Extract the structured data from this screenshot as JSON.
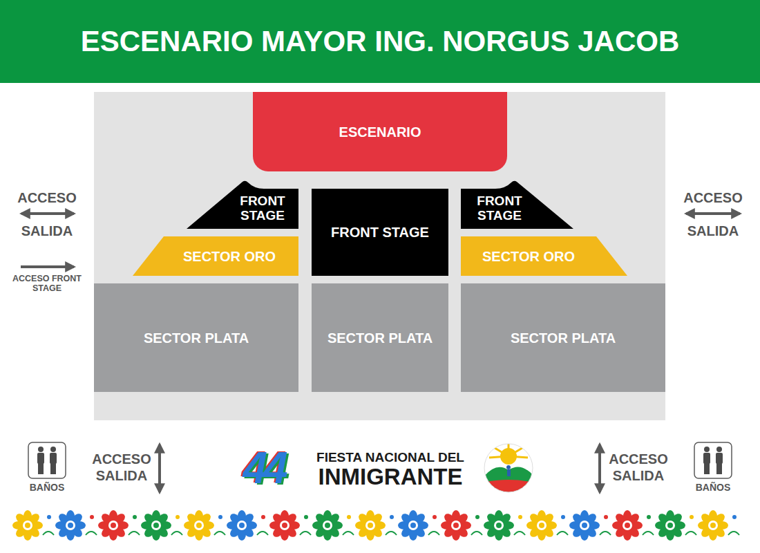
{
  "diagram": {
    "title": "ESCENARIO MAYOR ING. NORGUS JACOB",
    "nodes": [
      {
        "text": [
          "ESCENARIO"
        ]
      },
      {
        "text": [
          "FRONT STAGE"
        ]
      },
      {
        "text": [
          "FRONT STAGE"
        ]
      },
      {
        "text": [
          "FRONT STAGE"
        ]
      },
      {
        "text": [
          "SECTOR ORO"
        ]
      },
      {
        "text": [
          "SECTOR ORO"
        ]
      },
      {
        "text": [
          "SECTOR PLATA"
        ]
      },
      {
        "text": [
          "SECTOR PLATA"
        ]
      },
      {
        "text": [
          "SECTOR PLATA"
        ]
      }
    ],
    "labels": [
      "ACCESO",
      "SALIDA",
      "ACCESO FRONT STAGE",
      "ACCESO",
      "SALIDA",
      "BAÑOS",
      "ACCESO SALIDA",
      "44",
      "FIESTA NACIONAL DEL",
      "INMIGRANTE",
      "ACCESO SALIDA",
      "BAÑOS"
    ]
  }
}
